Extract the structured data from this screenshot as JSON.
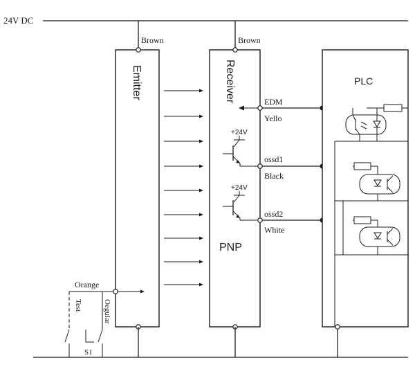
{
  "supply": {
    "label": "24V DC"
  },
  "emitter": {
    "title": "Emitter",
    "wire_label": "Brown"
  },
  "receiver": {
    "title": "Receiver",
    "wire_label": "Brown",
    "type_label": "PNP"
  },
  "plc": {
    "title": "PLC"
  },
  "signals": [
    {
      "name": "EDM",
      "color": "Yello"
    },
    {
      "name": "ossd1",
      "color": "Black"
    },
    {
      "name": "ossd2",
      "color": "White"
    }
  ],
  "transistors": [
    {
      "supply_label": "+24V"
    },
    {
      "supply_label": "+24V"
    }
  ],
  "test_circuit": {
    "wire_label": "Orange",
    "test_label": "Test",
    "regular_label": "Oegular",
    "switch_label": "S1"
  }
}
